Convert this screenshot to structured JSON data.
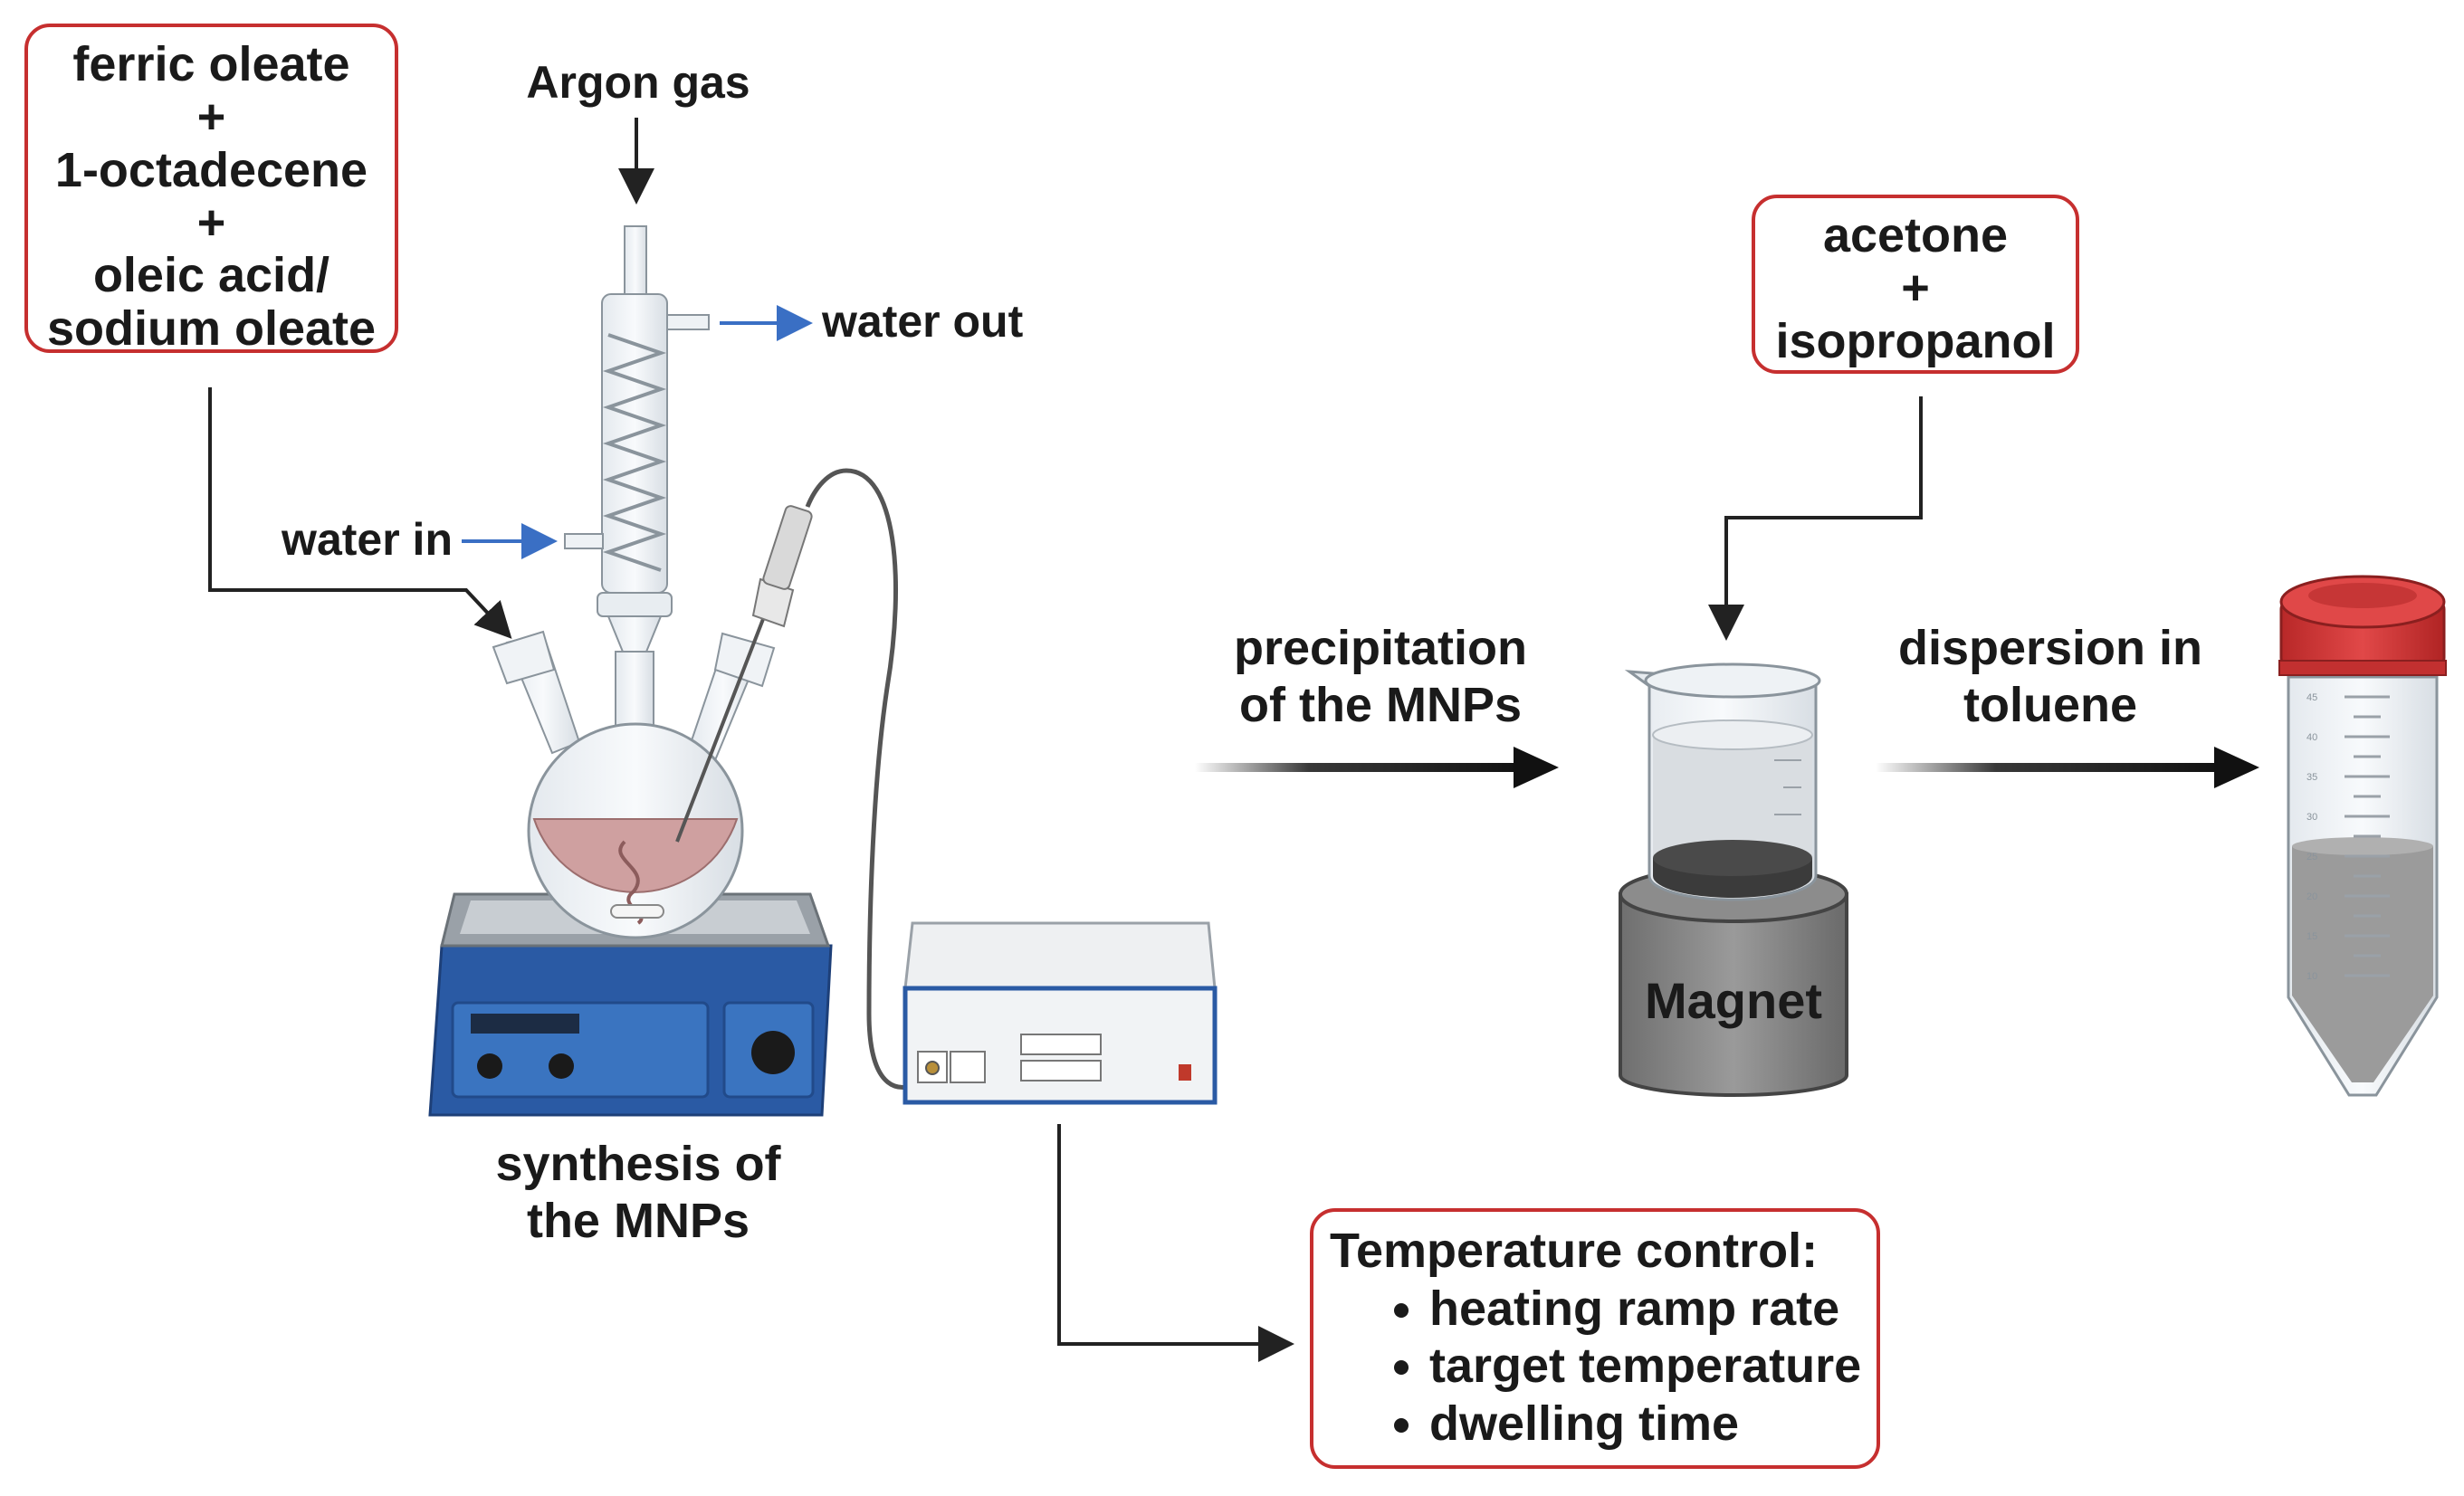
{
  "reagents": {
    "lines": [
      "ferric oleate",
      "+",
      "1-octadecene",
      "+",
      "oleic acid/",
      "sodium oleate"
    ]
  },
  "argon_label": "Argon gas",
  "water_out_label": "water out",
  "water_in_label": "water in",
  "synthesis_label": [
    "synthesis of",
    "the MNPs"
  ],
  "precipitation_label": [
    "precipitation",
    "of the MNPs"
  ],
  "solvents": {
    "lines": [
      "acetone",
      "+",
      "isopropanol"
    ]
  },
  "magnet_label": "Magnet",
  "dispersion_label": [
    "dispersion in",
    "toluene"
  ],
  "temperature_control": {
    "title": "Temperature control:",
    "items": [
      "heating ramp rate",
      "target temperature",
      "dwelling time"
    ]
  },
  "tube_scale": [
    "45",
    "40",
    "35",
    "30",
    "25",
    "20",
    "15",
    "10"
  ],
  "colors": {
    "box_border": "#c62f2f",
    "water_arrow": "#3a6fc4",
    "hotplate_blue": "#2a5aa4",
    "solution": "#cfa0a0",
    "cap_red": "#d93a3a",
    "magnet_grey": "#8a8a8a"
  }
}
